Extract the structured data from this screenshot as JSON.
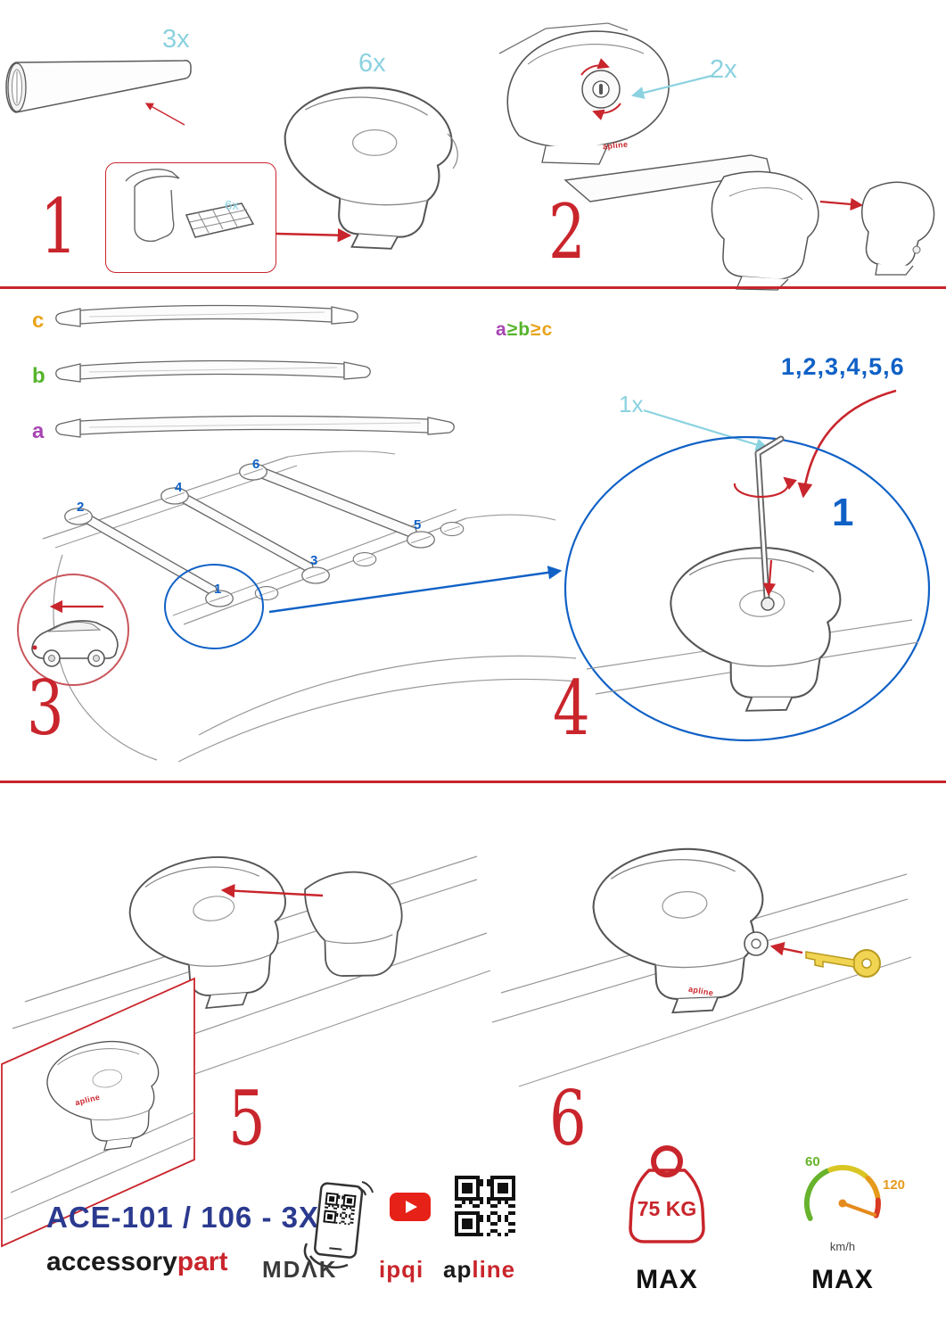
{
  "colors": {
    "red": "#c9252c",
    "cyan": "#8bd2e0",
    "blue": "#1061c6",
    "navy": "#2b3a8f",
    "purple": "#a844b4",
    "green": "#55b42c",
    "orange": "#e8a41c"
  },
  "steps": {
    "s1": "1",
    "s2": "2",
    "s3": "3",
    "s4": "4",
    "s5": "5",
    "s6": "6"
  },
  "qty": {
    "bars": "3x",
    "feet": "6x",
    "pads": "6x",
    "locks": "2x",
    "key": "1x"
  },
  "step3": {
    "letter_c": "c",
    "letter_b": "b",
    "letter_a": "a",
    "formula": {
      "a": "a",
      "ge1": "≥",
      "b": "b",
      "ge2": "≥",
      "c": "c"
    },
    "pos": {
      "p1": "1",
      "p2": "2",
      "p3": "3",
      "p4": "4",
      "p5": "5",
      "p6": "6"
    }
  },
  "step4": {
    "sequence": "1,2,3,4,5,6",
    "first": "1"
  },
  "brand": {
    "small": "apline"
  },
  "footer": {
    "model": "ACE-101 / 106 - 3X",
    "accessory": "accessory",
    "part": "part",
    "mdak": "MDΛK",
    "ipqi": "ipqi",
    "apline_black": "ap",
    "apline_red": "line",
    "weight": "75 KG",
    "weight_max": "MAX",
    "speed_low": "60",
    "speed_high": "120",
    "speed_unit": "km/h",
    "speed_max": "MAX"
  }
}
